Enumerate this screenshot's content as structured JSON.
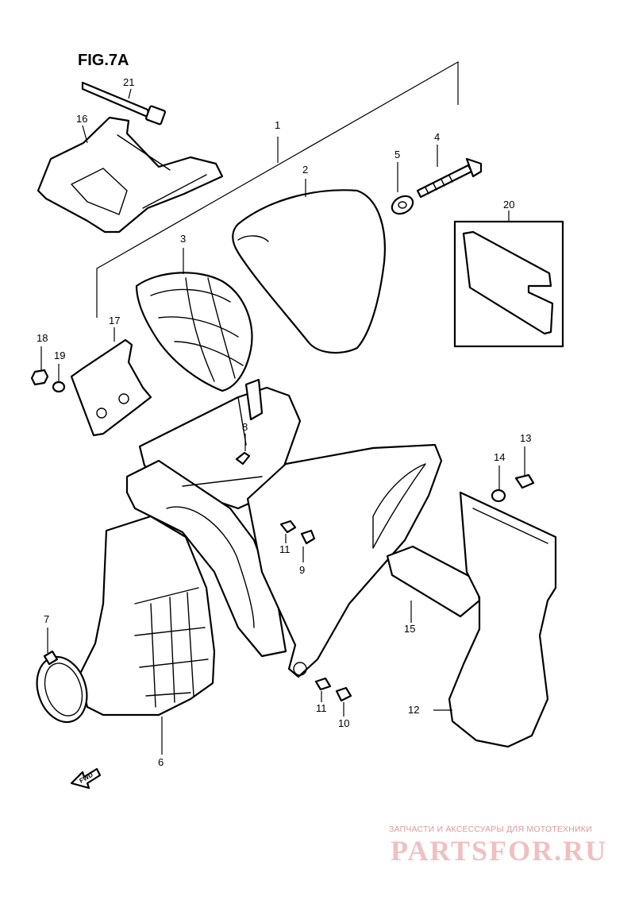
{
  "figure": {
    "title": "FIG.7A"
  },
  "callouts": [
    "1",
    "2",
    "3",
    "4",
    "5",
    "6",
    "7",
    "8",
    "9",
    "10",
    "11",
    "11",
    "12",
    "13",
    "14",
    "15",
    "16",
    "17",
    "18",
    "19",
    "20",
    "21"
  ],
  "direction_marker": "FWD",
  "watermark": {
    "caption": "ЗАПЧАСТИ И АКСЕССУАРЫ ДЛЯ МОТОТЕХНИКИ",
    "logo": "PARTSFOR.RU"
  }
}
